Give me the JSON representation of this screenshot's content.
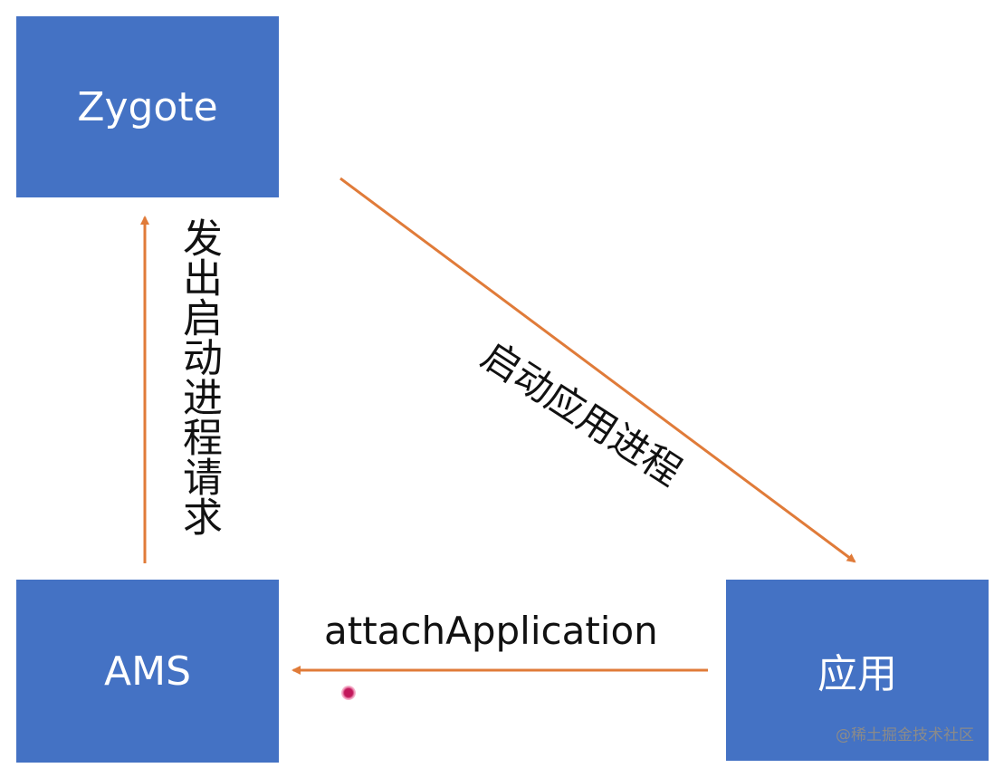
{
  "nodes": {
    "zygote": "Zygote",
    "ams": "AMS",
    "app": "应用"
  },
  "edges": {
    "ams_to_zygote": "发出启动进程请求",
    "zygote_to_app": "启动应用进程",
    "app_to_ams": "attachApplication"
  },
  "watermark": "@稀土掘金技术社区",
  "colors": {
    "node_fill": "#4472c4",
    "node_text": "#ffffff",
    "arrow": "#e07b39",
    "label_text": "#111111"
  }
}
